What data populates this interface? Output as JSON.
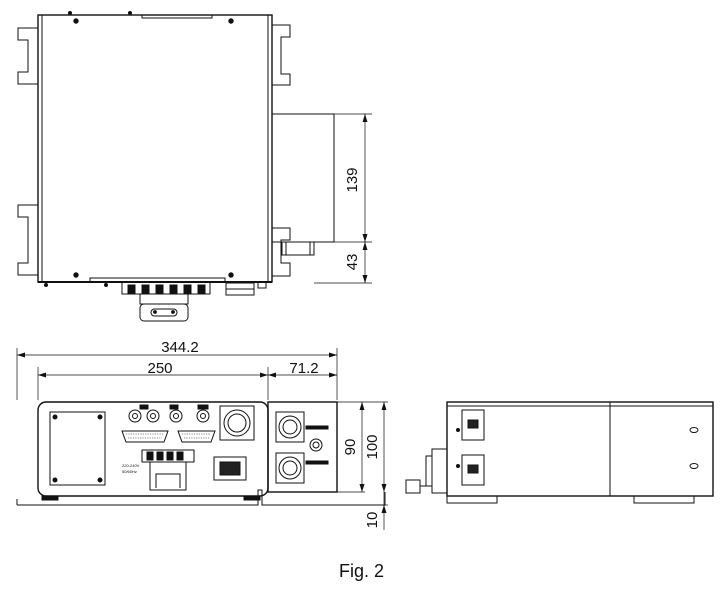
{
  "dimensions": {
    "height_upper": "139",
    "height_lower": "43",
    "total_width": "344.2",
    "main_width": "250",
    "side_width": "71.2",
    "inner_height": "90",
    "outer_height": "100",
    "base_offset": "10"
  },
  "panel_labels": {
    "power_label": "220-240V",
    "freq_label": "50/60Hz"
  },
  "caption": "Fig. 2",
  "colors": {
    "line": "#111111",
    "fill_dark": "#222222",
    "fill_light": "#ffffff"
  }
}
